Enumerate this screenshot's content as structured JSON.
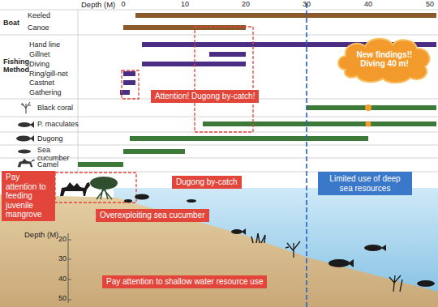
{
  "diagram": {
    "nodes": [
      {
        "text": [
          "New findings!! Diving 40 m!"
        ]
      },
      {
        "text": [
          "Attention! Dugong by-catch!"
        ]
      },
      {
        "text": [
          "Pay attention to feeding juvenile mangrove"
        ]
      },
      {
        "text": [
          "Dugong by-catch"
        ]
      },
      {
        "text": [
          "Overexploiting sea cucumber"
        ]
      },
      {
        "text": [
          "Limited use of deep sea resources"
        ]
      },
      {
        "text": [
          "Pay attention to shallow water resource use"
        ]
      }
    ],
    "edges": [],
    "labels": [
      "Depth (M)",
      "0",
      "10",
      "20",
      "30",
      "40",
      "50",
      "Boat",
      "Keeled",
      "Canoe",
      "Fishing Method",
      "Hand line",
      "Gillnet",
      "Diving",
      "Ring/gill-net",
      "Castnet",
      "Gathering",
      "Black coral",
      "P. maculates",
      "Dugong",
      "Sea cucumber",
      "Camel",
      "Depth (M)",
      "20",
      "30",
      "40",
      "50"
    ]
  }
}
